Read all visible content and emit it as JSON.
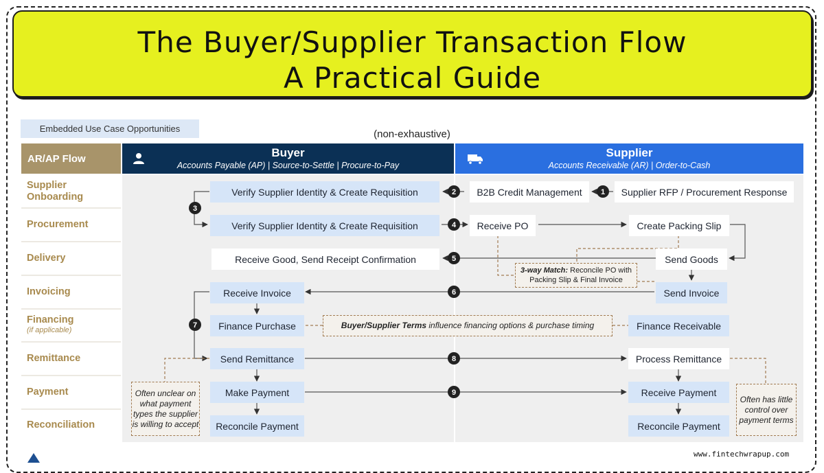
{
  "title": {
    "line1": "The Buyer/Supplier Transaction Flow",
    "line2": "A Practical Guide"
  },
  "embedded_tag": "Embedded Use Case Opportunities",
  "non_exhaustive": "(non-exhaustive)",
  "columns": {
    "flow_header": "AR/AP Flow",
    "buyer": {
      "title": "Buyer",
      "subtitle": "Accounts Payable (AP) | Source-to-Settle | Procure-to-Pay",
      "icon": "person-icon"
    },
    "supplier": {
      "title": "Supplier",
      "subtitle": "Accounts Receivable (AR) | Order-to-Cash",
      "icon": "truck-icon"
    }
  },
  "stages": [
    {
      "label": "Supplier Onboarding",
      "sub": ""
    },
    {
      "label": "Procurement",
      "sub": ""
    },
    {
      "label": "Delivery",
      "sub": ""
    },
    {
      "label": "Invoicing",
      "sub": ""
    },
    {
      "label": "Financing",
      "sub": "(if applicable)"
    },
    {
      "label": "Remittance",
      "sub": ""
    },
    {
      "label": "Payment",
      "sub": ""
    },
    {
      "label": "Reconciliation",
      "sub": ""
    }
  ],
  "boxes": {
    "verify_1": "Verify Supplier Identity & Create Requisition",
    "b2b_credit": "B2B Credit Management",
    "supplier_rfp": "Supplier RFP / Procurement Response",
    "verify_2": "Verify Supplier Identity & Create Requisition",
    "receive_po": "Receive PO",
    "create_packing": "Create  Packing Slip",
    "receive_good": "Receive Good, Send Receipt Confirmation",
    "send_goods": "Send Goods",
    "receive_invoice": "Receive Invoice",
    "send_invoice": "Send Invoice",
    "finance_purchase": "Finance Purchase",
    "finance_receivable": "Finance Receivable",
    "send_remittance": "Send Remittance",
    "process_remittance": "Process Remittance",
    "make_payment": "Make Payment",
    "receive_payment": "Receive Payment",
    "reconcile_buyer": "Reconcile Payment",
    "reconcile_supplier": "Reconcile Payment"
  },
  "notes": {
    "three_way_bold": "3-way Match:",
    "three_way_text": " Reconcile PO with Packing Slip & Final Invoice",
    "terms_bold": "Buyer/Supplier Terms",
    "terms_text": " influence financing  options & purchase timing",
    "buyer_unclear": "Often unclear on what payment types the supplier is willing to accept",
    "supplier_control": "Often has little control over payment terms"
  },
  "steps": [
    "1",
    "2",
    "3",
    "4",
    "5",
    "6",
    "7",
    "8",
    "9"
  ],
  "footer": "www.fintechwrapup.com",
  "colors": {
    "title_bg": "#e6f01f",
    "buyer_header": "#0b3055",
    "supplier_header": "#2a6fe0",
    "flow_header": "#a8946a",
    "stage_text": "#a88a4e",
    "box_blue": "#d6e5f8",
    "note_border": "#a07a50"
  }
}
